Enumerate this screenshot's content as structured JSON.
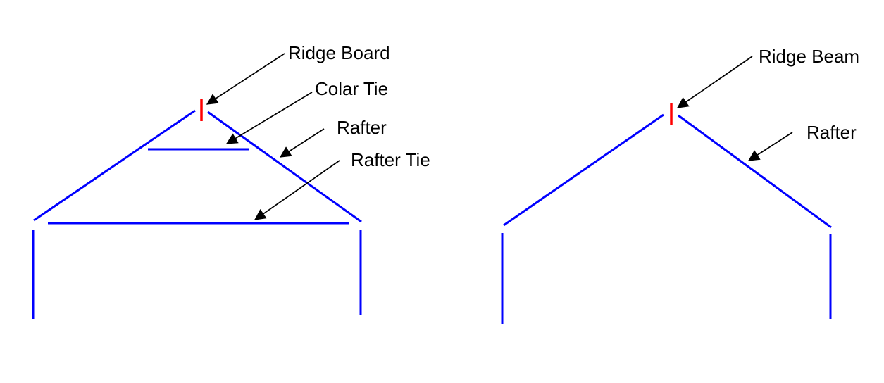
{
  "colors": {
    "member_blue": "#0000ff",
    "ridge_red": "#ff0000",
    "annotation_black": "#000000",
    "background": "#ffffff"
  },
  "left_diagram": {
    "labels": {
      "ridge_board": "Ridge Board",
      "collar_tie": "Colar Tie",
      "rafter": "Rafter",
      "rafter_tie": "Rafter Tie"
    }
  },
  "right_diagram": {
    "labels": {
      "ridge_beam": "Ridge Beam",
      "rafter": "Rafter"
    }
  }
}
